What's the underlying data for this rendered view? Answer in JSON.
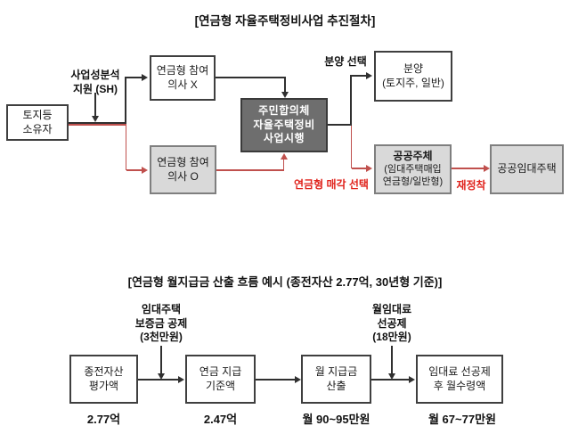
{
  "diagram1": {
    "title": "[연금형 자율주택정비사업 추진절차]",
    "owner_box": "토지등\n소유자",
    "feasibility_label": "사업성분석\n지원 (SH)",
    "no_intent_box": "연금형 참여\n의사 X",
    "yes_intent_box": "연금형 참여\n의사 O",
    "council_box": "주민합의체\n자율주택정비\n사업시행",
    "sale_choice_label": "분양 선택",
    "sale_box": "분양\n(토지주, 일반)",
    "public_box_title": "공공주체",
    "public_box_sub": "(임대주택매입\n연금형/일반형)",
    "pension_sale_label": "연금형 매각 선택",
    "resettle_label": "재정착",
    "rental_box": "공공임대주택"
  },
  "diagram2": {
    "title": "[연금형 월지급금 산출 흐름 예시 (종전자산 2.77억, 30년형 기준)]",
    "steps": [
      {
        "label": "종전자산\n평가액",
        "value": "2.77억"
      },
      {
        "label": "연금 지급\n기준액",
        "value": "2.47억"
      },
      {
        "label": "월 지급금\n산출",
        "value": "월 90~95만원"
      },
      {
        "label": "임대료 선공제\n후 월수령액",
        "value": "월 67~77만원"
      }
    ],
    "deductions": [
      "임대주택\n보증금 공제\n(3천만원)",
      "월임대료\n선공제\n(18만원)"
    ]
  },
  "colors": {
    "line_black": "#303030",
    "arrow_red": "#c0504d",
    "text_red": "#e0231c",
    "dark_box_fill": "#6e6e6e",
    "gray_box_fill": "#d9d9d9",
    "gray_box_border": "#7f7f7f"
  }
}
